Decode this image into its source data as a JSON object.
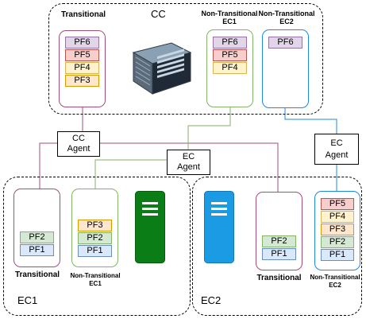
{
  "colors": {
    "pf6_fill": "#e1d5e7",
    "pf6_stroke": "#9673a6",
    "pf5_fill": "#f8cecc",
    "pf5_stroke": "#b85450",
    "pf4_fill": "#fff2cc",
    "pf4_stroke": "#d6b656",
    "pf3_fill": "#ffe6cc",
    "pf3_stroke": "#d79b00",
    "pf2_fill": "#d5e8d4",
    "pf2_stroke": "#82b366",
    "pf1_fill": "#dae8fc",
    "pf1_stroke": "#6c8ebf",
    "transitional_border": "#a64d79",
    "non_transitional_ec1_border": "#82b366",
    "non_transitional_ec2_border": "#1e88e5",
    "server_green": "#0a7d16",
    "server_blue": "#1b9be3"
  },
  "cc": {
    "label": "CC",
    "transitional": {
      "label": "Transitional",
      "pfs": [
        "PF6",
        "PF5",
        "PF4",
        "PF3"
      ]
    },
    "non_transitional_ec1": {
      "label_line1": "Non-Transitional",
      "label_line2": "EC1",
      "pfs": [
        "PF6",
        "PF5",
        "PF4"
      ]
    },
    "non_transitional_ec2": {
      "label_line1": "Non-Transitional",
      "label_line2": "EC2",
      "pfs": [
        "PF6"
      ]
    },
    "server_icon": "rack-server-icon"
  },
  "agents": {
    "cc_agent": {
      "line1": "CC",
      "line2": "Agent"
    },
    "ec_agent_left": {
      "line1": "EC",
      "line2": "Agent"
    },
    "ec_agent_right": {
      "line1": "EC",
      "line2": "Agent"
    }
  },
  "ec1": {
    "label": "EC1",
    "transitional": {
      "label": "Transitional",
      "pfs": [
        "PF2",
        "PF1"
      ]
    },
    "non_transitional_ec1": {
      "label_line1": "Non-Transitional",
      "label_line2": "EC1",
      "pfs": [
        "PF3",
        "PF2",
        "PF1"
      ]
    },
    "server_icon": "green-server-icon"
  },
  "ec2": {
    "label": "EC2",
    "transitional": {
      "label": "Transitional",
      "pfs": [
        "PF2",
        "PF1"
      ]
    },
    "non_transitional_ec2": {
      "label_line1": "Non-Transitional",
      "label_line2": "EC2",
      "pfs": [
        "PF5",
        "PF4",
        "PF3",
        "PF2",
        "PF1"
      ]
    },
    "server_icon": "blue-server-icon"
  }
}
